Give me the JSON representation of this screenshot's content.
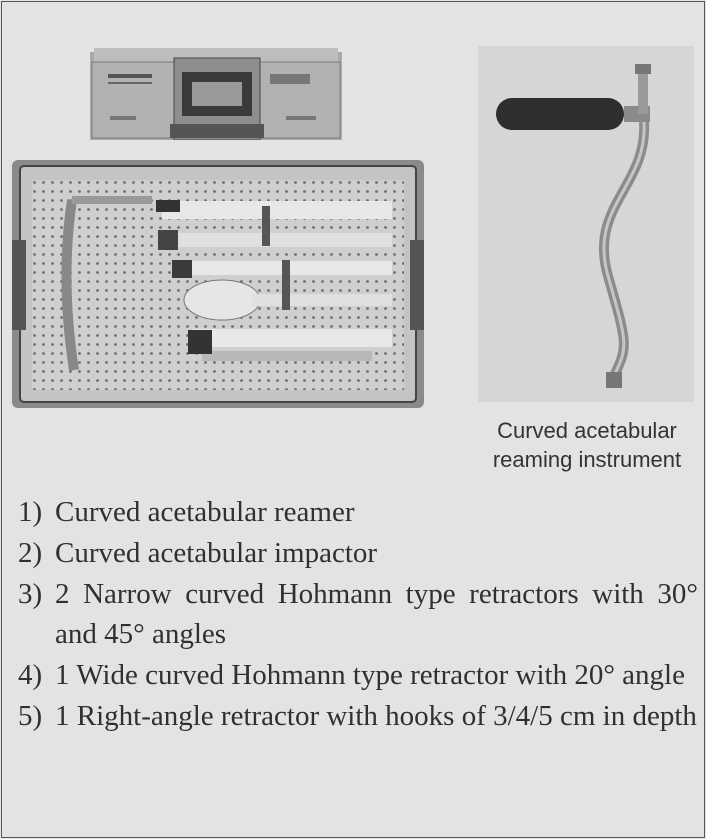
{
  "figure": {
    "reamer_caption": [
      "Curved acetabular",
      "reaming instrument"
    ],
    "items": [
      {
        "number": "1)",
        "text": "Curved acetabular reamer"
      },
      {
        "number": "2)",
        "text": "Curved acetabular impactor"
      },
      {
        "number": "3)",
        "text": "2 Narrow curved Hohmann type retractors with 30° and 45° angles"
      },
      {
        "number": "4)",
        "text": "1 Wide curved Hohmann type retractor with 20° angle"
      },
      {
        "number": "5)",
        "text": "1 Right-angle retractor with hooks of 3/4/5 cm in depth"
      }
    ]
  },
  "colors": {
    "background": "#e3e3e3",
    "text": "#303030",
    "border": "#555555"
  }
}
